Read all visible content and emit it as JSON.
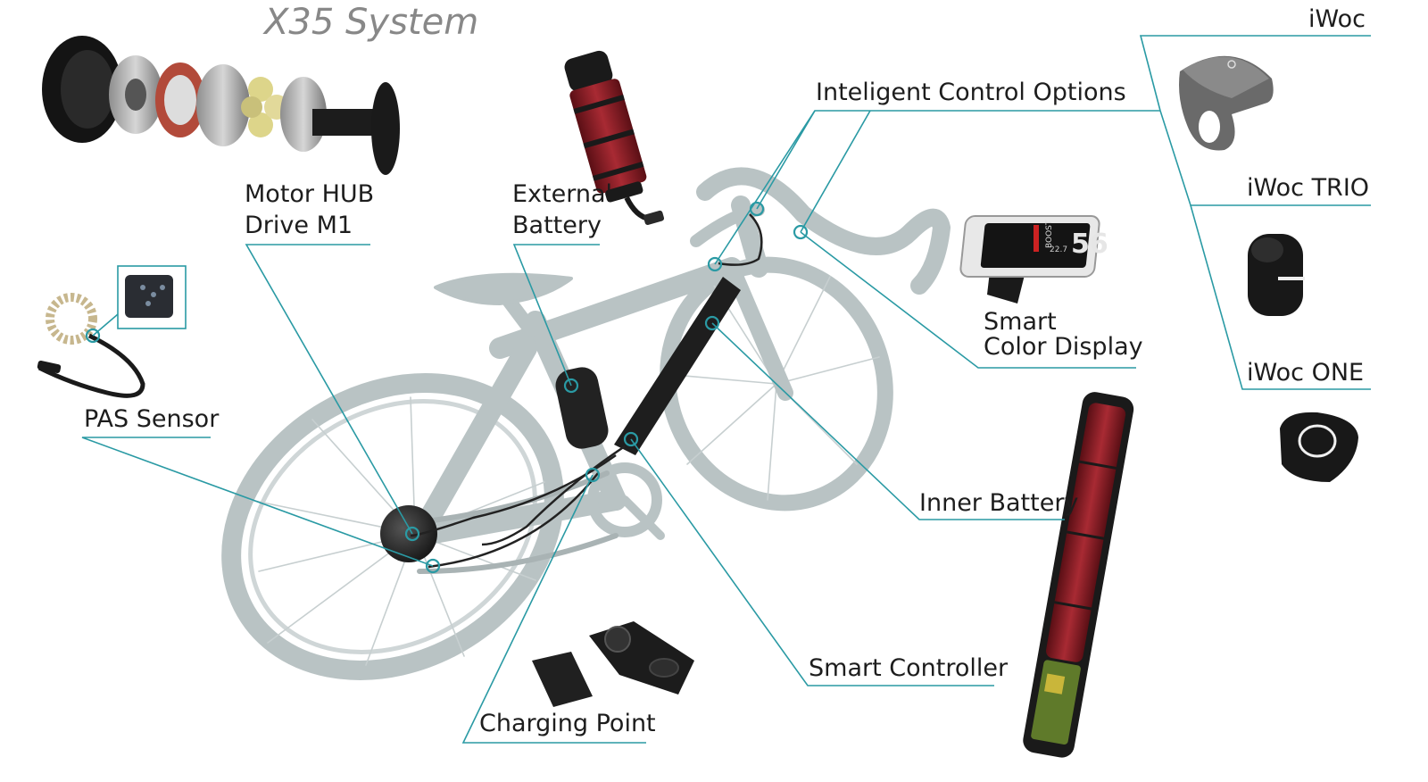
{
  "title": "X35 System",
  "labels": {
    "motor": [
      "Motor HUB",
      "Drive M1"
    ],
    "external_battery": [
      "External",
      "Battery"
    ],
    "pas_sensor": "PAS Sensor",
    "control_options": "Inteligent Control Options",
    "iwoc": "iWoc",
    "iwoc_trio": "iWoc TRIO",
    "iwoc_one": "iWoc ONE",
    "display": [
      "Smart",
      "Color Display"
    ],
    "inner_battery": "Inner Battery",
    "controller": "Smart Controller",
    "charging": "Charging Point"
  },
  "display_screen": {
    "speed": "56",
    "mode": "BOOST",
    "sub": "22.7"
  },
  "colors": {
    "leader": "#2a9aa4",
    "bike": "#b9c3c4",
    "battery_red": "#8c1c25",
    "dark": "#1f1f1f",
    "title": "#888888"
  }
}
